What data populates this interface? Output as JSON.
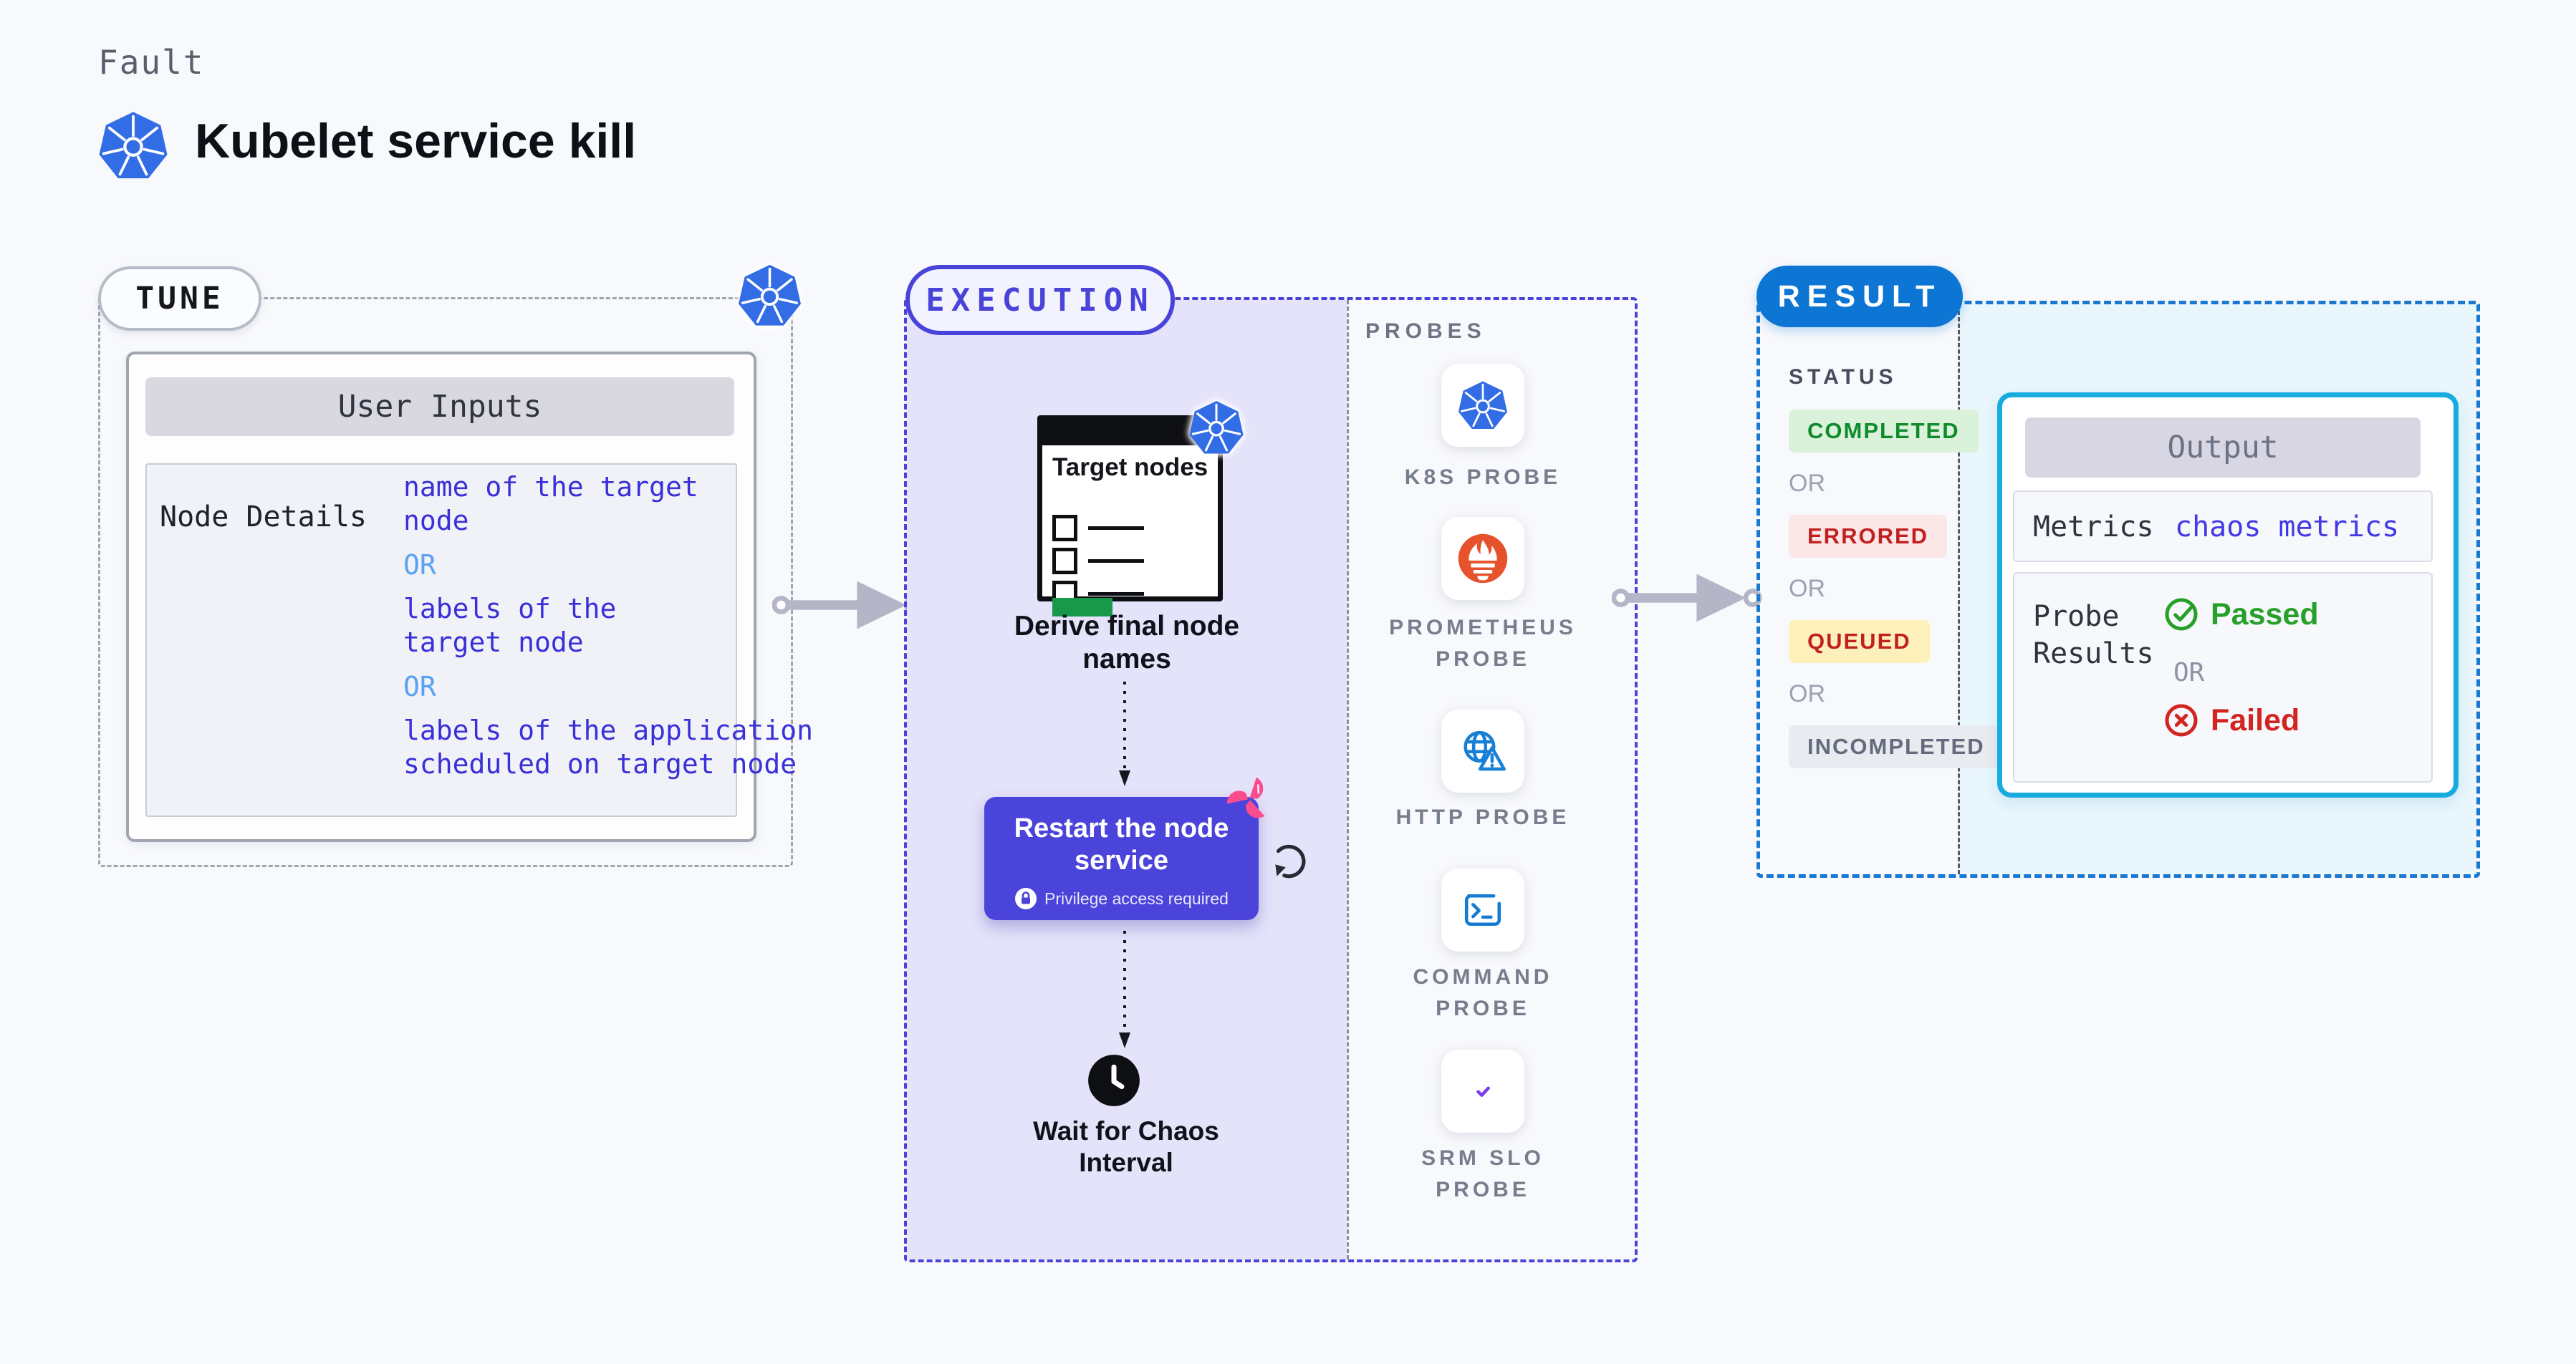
{
  "header": {
    "kind": "Fault",
    "title": "Kubelet service kill",
    "icon": "kubernetes-logo"
  },
  "tune": {
    "label": "TUNE",
    "corner_icon": "kubernetes-logo",
    "card": {
      "header": "User Inputs",
      "row_label": "Node Details",
      "options": [
        {
          "kind": "value",
          "text": "name of the target\nnode"
        },
        {
          "kind": "or",
          "text": "OR"
        },
        {
          "kind": "value",
          "text": "labels of the\ntarget node"
        },
        {
          "kind": "or",
          "text": "OR"
        },
        {
          "kind": "value",
          "text": "labels of the application\nscheduled on target node"
        }
      ]
    }
  },
  "execution": {
    "label": "EXECUTION",
    "target_doc": {
      "title": "Target nodes",
      "badge_icon": "kubernetes-logo",
      "checkbox_rows": 3
    },
    "step1": "Derive final node names",
    "step2": {
      "title": "Restart the node service",
      "note": "Privilege access required",
      "note_icon": "lock-icon",
      "corner_icon": "chaos-pinwheel-icon",
      "side_icon": "retry-loop-icon"
    },
    "step3": "Wait for Chaos Interval",
    "step3_icon": "clock-icon",
    "probes": {
      "heading": "PROBES",
      "items": [
        {
          "label": "K8S PROBE",
          "icon": "kubernetes-icon"
        },
        {
          "label": "PROMETHEUS PROBE",
          "icon": "prometheus-icon"
        },
        {
          "label": "HTTP PROBE",
          "icon": "globe-alert-icon"
        },
        {
          "label": "COMMAND PROBE",
          "icon": "terminal-icon"
        },
        {
          "label": "SRM SLO PROBE",
          "icon": "slo-donut-check-icon"
        }
      ]
    }
  },
  "result": {
    "label": "RESULT",
    "status": {
      "heading": "STATUS",
      "items": [
        {
          "label": "COMPLETED",
          "kind": "completed"
        },
        {
          "label": "OR",
          "kind": "or"
        },
        {
          "label": "ERRORED",
          "kind": "errored"
        },
        {
          "label": "OR",
          "kind": "or"
        },
        {
          "label": "QUEUED",
          "kind": "queued"
        },
        {
          "label": "OR",
          "kind": "or"
        },
        {
          "label": "INCOMPLETED",
          "kind": "incompleted"
        }
      ]
    },
    "output": {
      "header": "Output",
      "metrics_label": "Metrics",
      "metrics_value": "chaos metrics",
      "probe_results_label": "Probe\nResults",
      "passed": "Passed",
      "or": "OR",
      "failed": "Failed"
    }
  },
  "colors": {
    "accent_indigo": "#4b44da",
    "k8s_blue": "#326de6",
    "result_blue": "#0d76d4",
    "output_border": "#18abe0",
    "passed_green": "#27a02a",
    "failed_red": "#d22421",
    "completed_text": "#118a2c",
    "errored_text": "#c21f1f",
    "queued_bg": "#fdf0bb",
    "prometheus_orange": "#e6522c",
    "srm_purple": "#7c3aed",
    "chaos_pink": "#fb4d8e",
    "value_text_blue": "#3a30d8",
    "or_text_blue": "#5aa0f4"
  }
}
